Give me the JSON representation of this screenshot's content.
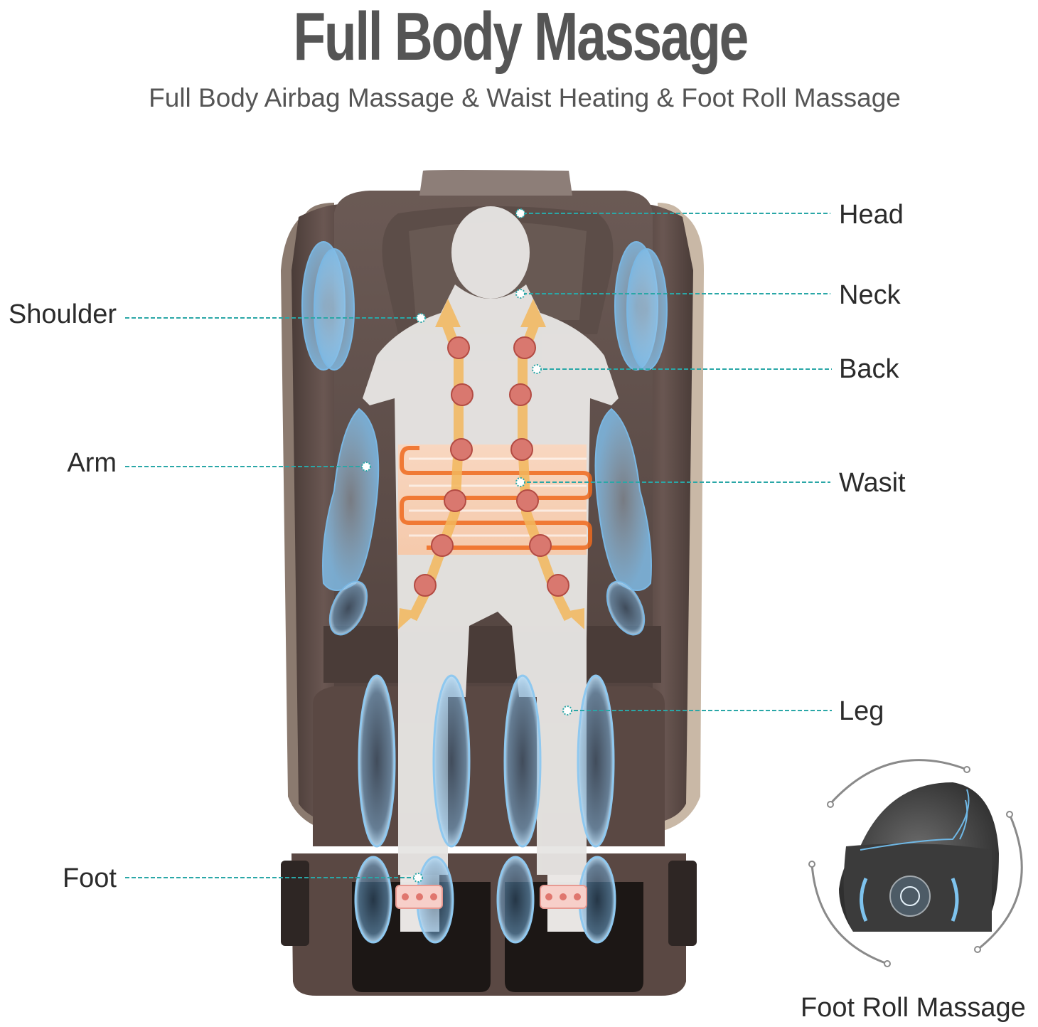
{
  "header": {
    "title": "Full Body Massage",
    "subtitle": "Full Body Airbag Massage & Waist Heating & Foot Roll Massage"
  },
  "callouts": {
    "right": [
      {
        "label": "Head"
      },
      {
        "label": "Neck"
      },
      {
        "label": "Back"
      },
      {
        "label": "Wasit"
      },
      {
        "label": "Leg"
      }
    ],
    "left": [
      {
        "label": "Shoulder"
      },
      {
        "label": "Arm"
      },
      {
        "label": "Foot"
      }
    ]
  },
  "inset": {
    "caption": "Foot Roll Massage"
  },
  "colors": {
    "title_text": "#555555",
    "label_text": "#2b2b2b",
    "callout_line": "#2aa7a7",
    "chair_brown": "#5b4a45",
    "chair_dark": "#3a2e2b",
    "airbag_blue": "#8fc3e8",
    "heating_orange": "#f07a2a",
    "massage_node": "#d9786f",
    "arrow_yellow": "#f2b75a",
    "body_silhouette": "#e8e6e4"
  }
}
